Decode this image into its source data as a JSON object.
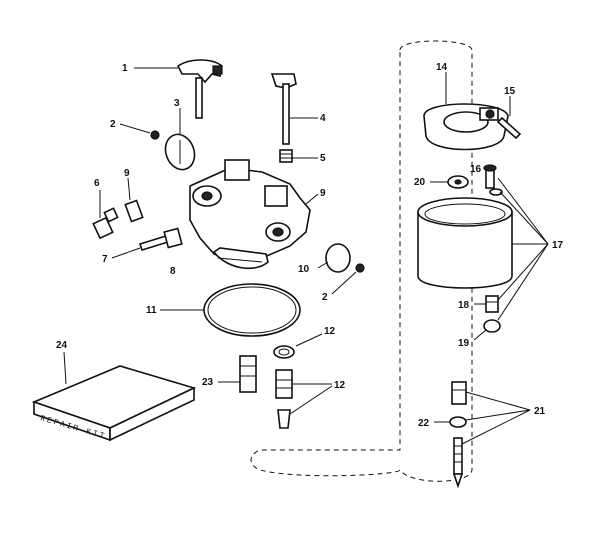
{
  "callouts": {
    "c1": "1",
    "c2a": "2",
    "c2b": "2",
    "c3": "3",
    "c4": "4",
    "c5": "5",
    "c6": "6",
    "c7": "7",
    "c8": "8",
    "c9": "9",
    "c10": "10",
    "c11": "11",
    "c12a": "12",
    "c12b": "12",
    "c14": "14",
    "c15": "15",
    "c16": "16",
    "c17": "17",
    "c18": "18",
    "c19": "19",
    "c20": "20",
    "c21": "21",
    "c22": "22",
    "c23": "23",
    "c24": "24",
    "c9b": "9"
  },
  "package_label": "REPAIR KIT"
}
